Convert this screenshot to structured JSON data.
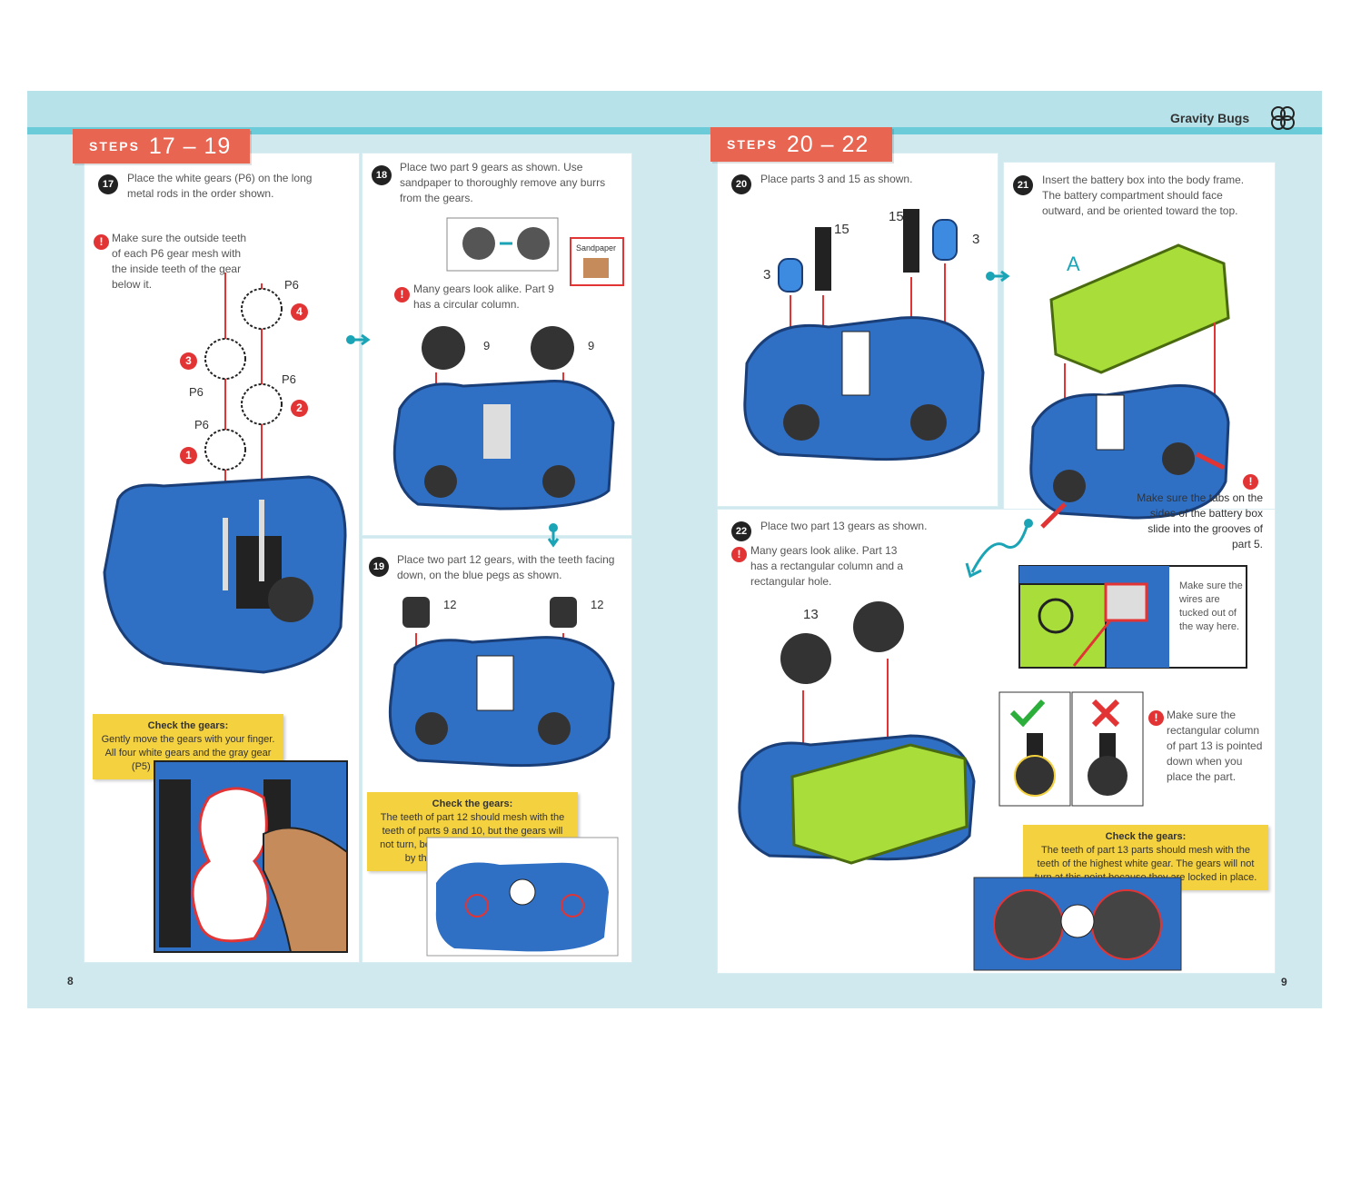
{
  "header": {
    "brand": "Gravity Bugs"
  },
  "left_page": {
    "banner": {
      "word": "STEPS",
      "range": "17 – 19"
    },
    "page_number": "8",
    "step17": {
      "num": "17",
      "text": "Place the white gears (P6) on the long metal rods in the order shown.",
      "warning": "Make sure the outside teeth of each P6 gear mesh with the inside teeth of the gear below it.",
      "labels": {
        "p6": "P6",
        "n1": "1",
        "n2": "2",
        "n3": "3",
        "n4": "4"
      },
      "check_title": "Check the gears:",
      "check_text": "Gently move the gears with your finger. All four white gears and the gray gear (P5) should turn together."
    },
    "step18": {
      "num": "18",
      "text": "Place two part 9 gears as shown. Use sandpaper to thoroughly remove any burrs from the gears.",
      "sandpaper": "Sandpaper",
      "warning": "Many gears look alike. Part 9 has a circular column.",
      "part_label": "9"
    },
    "step19": {
      "num": "19",
      "text": "Place two part 12 gears, with the teeth facing down, on the blue pegs as shown.",
      "part_label": "12",
      "check_title": "Check the gears:",
      "check_text": "The teeth of part 12 should mesh with the teeth of parts 9 and 10, but the gears will not turn, because they are locked in place by the alignment tool (part 11)."
    }
  },
  "right_page": {
    "banner": {
      "word": "STEPS",
      "range": "20 – 22"
    },
    "page_number": "9",
    "step20": {
      "num": "20",
      "text": "Place parts 3 and 15 as shown.",
      "label_3": "3",
      "label_15": "15"
    },
    "step21": {
      "num": "21",
      "text": "Insert the battery box into the body frame. The battery compartment should face outward, and be oriented toward the top.",
      "label_a": "A",
      "warning": "Make sure the tabs on the sides of the battery box slide into the grooves of part 5.",
      "wires_note": "Make sure the wires are tucked out of the way here."
    },
    "step22": {
      "num": "22",
      "text": "Place two part 13 gears as shown.",
      "warning": "Many gears look alike. Part 13 has a rectangular column and a rectangular hole.",
      "part_label": "13",
      "note": "Make sure the rectangular column of part 13 is pointed down when you place the part.",
      "check_title": "Check the gears:",
      "check_text": "The teeth of part 13 parts should mesh with the teeth of the highest white gear. The gears will not turn at this point because they are locked in place."
    }
  },
  "colors": {
    "banner": "#e86552",
    "page_bg": "#cfe9ef",
    "blue_part": "#2f6fc4",
    "green_part": "#a8dd3a",
    "check_box": "#f4d13f",
    "warning": "#e23434"
  }
}
